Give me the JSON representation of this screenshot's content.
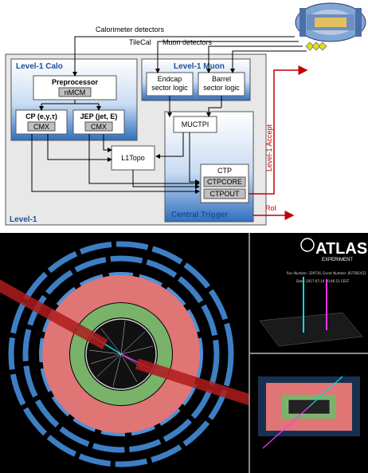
{
  "diagram": {
    "top_labels": {
      "calorimeter": "Calorimeter detectors",
      "tilecal": "TileCal",
      "muon": "Muon detectors"
    },
    "calo": {
      "title": "Level-1 Calo",
      "preprocessor": "Preprocessor",
      "nmcm": "nMCM",
      "cp": "CP (e,γ,τ)",
      "cp_cmx": "CMX",
      "jep": "JEP (jet, E)",
      "jep_cmx": "CMX"
    },
    "muon": {
      "title": "Level-1 Muon",
      "endcap_1": "Endcap",
      "endcap_2": "sector logic",
      "barrel_1": "Barrel",
      "barrel_2": "sector logic"
    },
    "muctpi": "MUCTPI",
    "l1topo": "L1Topo",
    "ctp": {
      "title": "CTP",
      "core": "CTPCORE",
      "out": "CTPOUT"
    },
    "central_trigger": "Central Trigger",
    "level1": "Level-1",
    "accept": "Level-1 Accept",
    "roi": "RoI",
    "colors": {
      "accent": "#1f4f9a",
      "signal": "#c00000",
      "panel": "#e8e8e8"
    }
  },
  "event_display": {
    "logo_text": "ATLAS",
    "logo_sub": "EXPERIMENT",
    "run_info": "Run Number: 329716, Event Number: 857581452",
    "date_info": "Date: 2017-07-14 10:46:51 CEST"
  }
}
